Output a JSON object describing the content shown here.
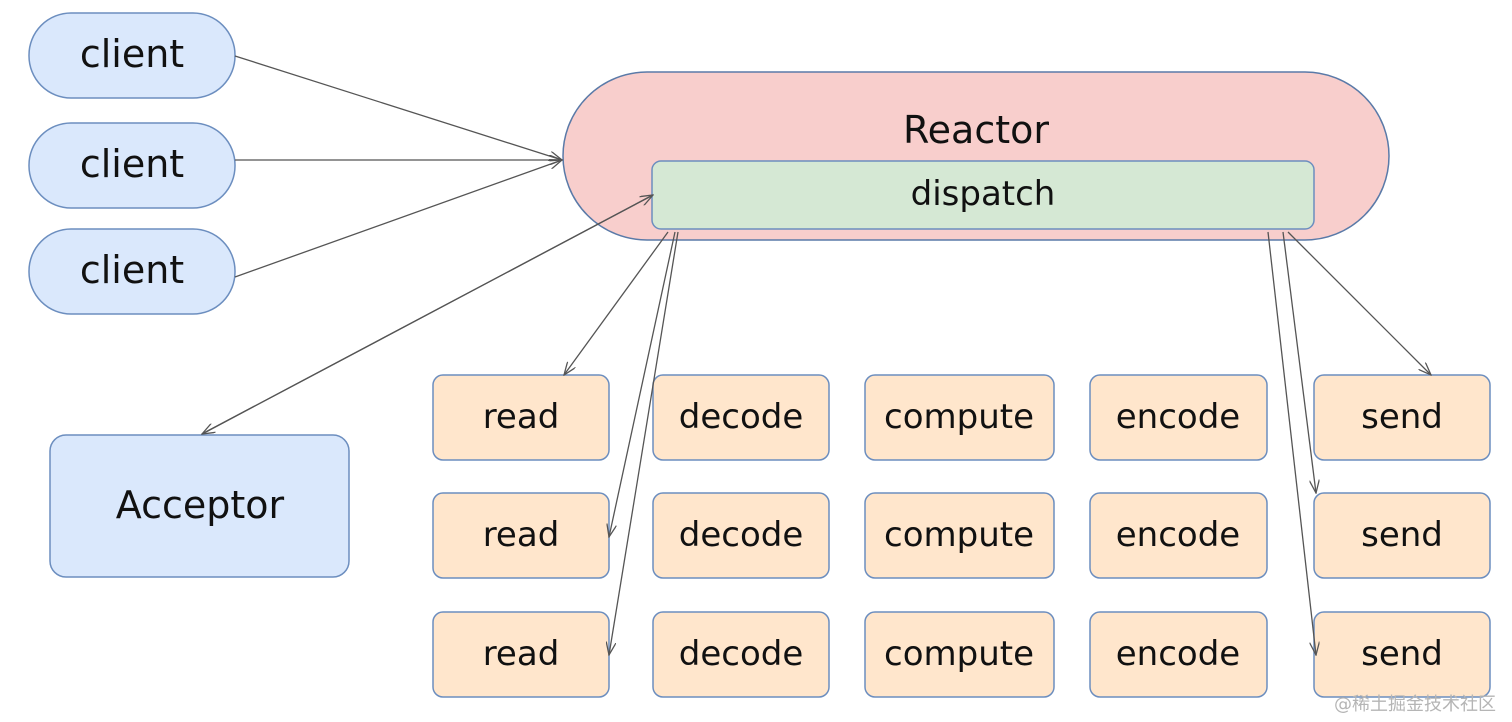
{
  "reactor": {
    "label": "Reactor",
    "dispatch_label": "dispatch"
  },
  "clients": [
    "client",
    "client",
    "client"
  ],
  "acceptor": {
    "label": "Acceptor"
  },
  "workers": {
    "columns": [
      "read",
      "decode",
      "compute",
      "encode",
      "send"
    ],
    "rows": 3
  },
  "colors": {
    "client_fill": "#dae8fc",
    "client_stroke": "#6c8ebf",
    "reactor_fill": "#f8cecc",
    "reactor_stroke": "#5a7aa8",
    "dispatch_fill": "#d5e8d4",
    "dispatch_stroke": "#6c8ebf",
    "worker_fill": "#ffe6cc",
    "worker_stroke": "#6c8ebf",
    "arrow": "#555555"
  },
  "watermark": "@稀土掘金技术社区"
}
